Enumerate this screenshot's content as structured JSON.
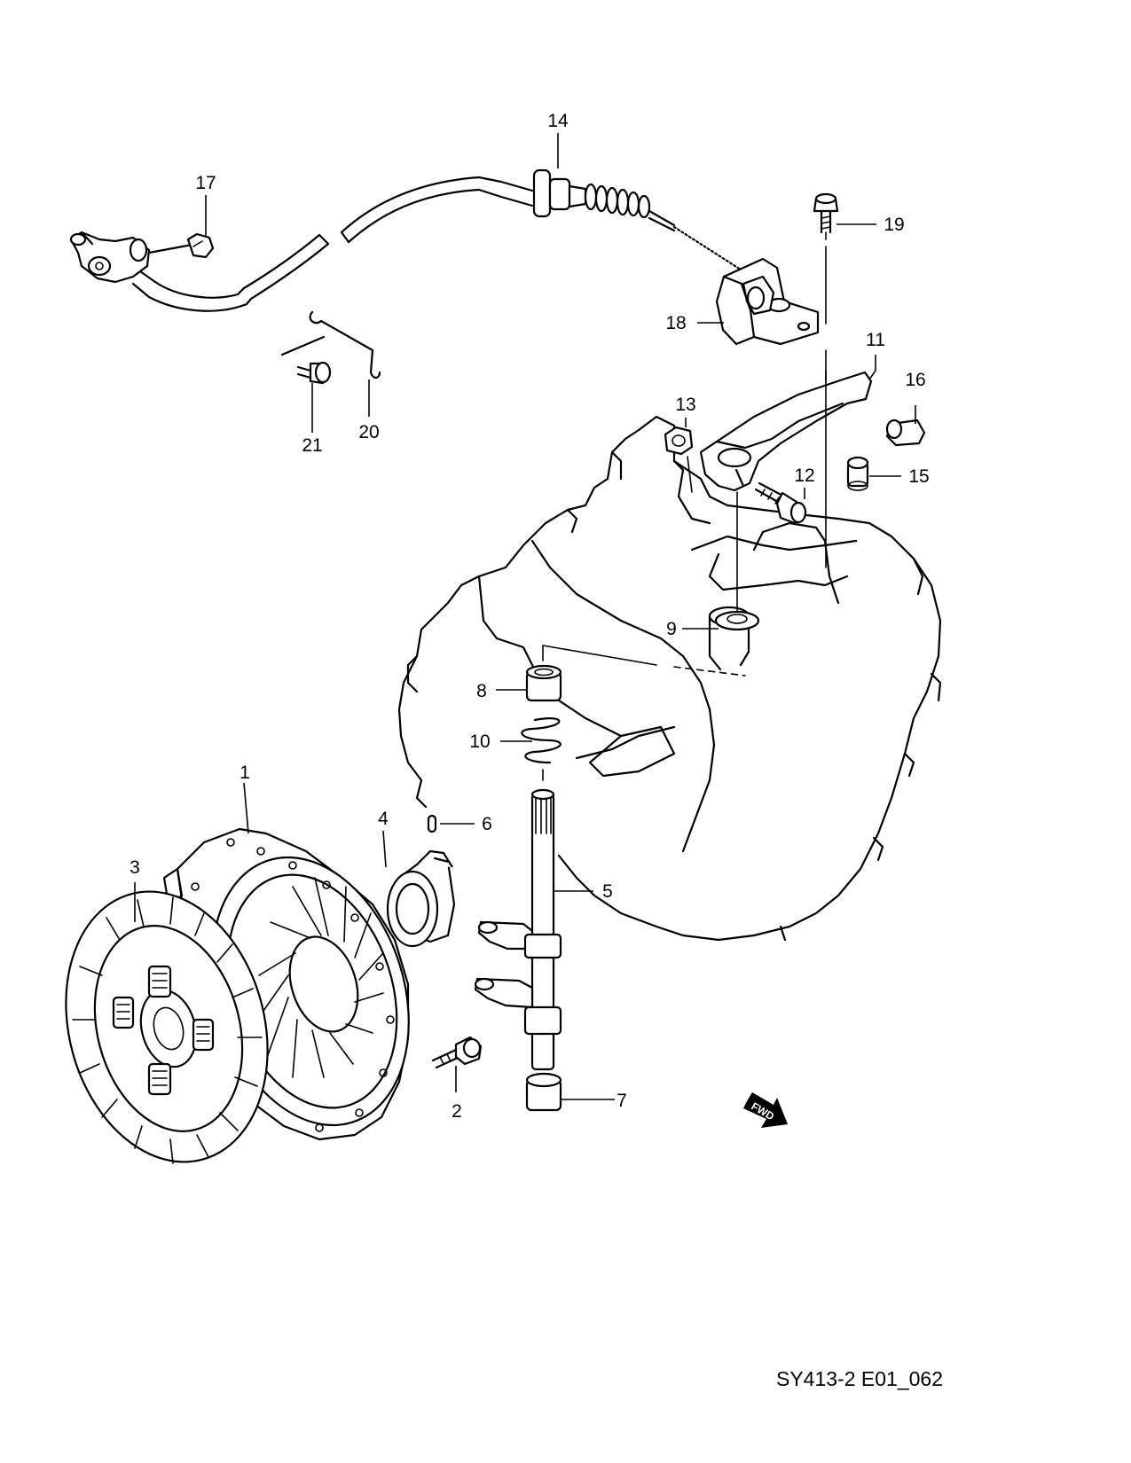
{
  "callouts": [
    {
      "id": "1",
      "label": "1"
    },
    {
      "id": "2",
      "label": "2"
    },
    {
      "id": "3",
      "label": "3"
    },
    {
      "id": "4",
      "label": "4"
    },
    {
      "id": "5",
      "label": "5"
    },
    {
      "id": "6",
      "label": "6"
    },
    {
      "id": "7",
      "label": "7"
    },
    {
      "id": "8",
      "label": "8"
    },
    {
      "id": "9",
      "label": "9"
    },
    {
      "id": "10",
      "label": "10"
    },
    {
      "id": "11",
      "label": "11"
    },
    {
      "id": "12",
      "label": "12"
    },
    {
      "id": "13",
      "label": "13"
    },
    {
      "id": "14",
      "label": "14"
    },
    {
      "id": "15",
      "label": "15"
    },
    {
      "id": "16",
      "label": "16"
    },
    {
      "id": "17",
      "label": "17"
    },
    {
      "id": "18",
      "label": "18"
    },
    {
      "id": "19",
      "label": "19"
    },
    {
      "id": "20",
      "label": "20"
    },
    {
      "id": "21",
      "label": "21"
    }
  ],
  "direction_badge": "FWD",
  "drawing_code": "SY413-2 E01_062"
}
